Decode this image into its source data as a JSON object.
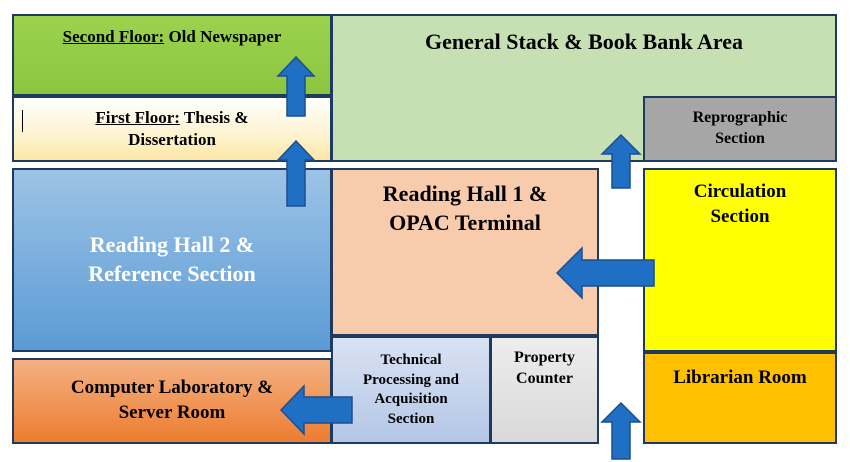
{
  "rooms": {
    "second_floor": {
      "prefix": "Second Floor:",
      "text": " Old Newspaper",
      "color": "#8cc63f"
    },
    "first_floor": {
      "prefix": "First Floor:",
      "text": " Thesis &",
      "line2": "Dissertation",
      "color": "#fdf1c7"
    },
    "general_stack": {
      "label": "General Stack & Book Bank Area",
      "color": "#c6e0b4"
    },
    "reprographic": {
      "line1": "Reprographic",
      "line2": "Section",
      "color": "#a6a6a6"
    },
    "reading_hall_2": {
      "line1": "Reading Hall 2 &",
      "line2": "Reference Section",
      "color": "#5b9bd5"
    },
    "reading_hall_1": {
      "line1": "Reading Hall 1 &",
      "line2": "OPAC Terminal",
      "color": "#f8cbad"
    },
    "circulation": {
      "line1": "Circulation",
      "line2": "Section",
      "color": "#ffff00"
    },
    "computer_lab": {
      "line1": "Computer Laboratory &",
      "line2": "Server Room",
      "color": "#ed7d31"
    },
    "technical": {
      "line1": "Technical",
      "line2": "Processing and",
      "line3": "Acquisition",
      "line4": "Section",
      "color": "#b4c7e7"
    },
    "property": {
      "line1": "Property",
      "line2": "Counter",
      "color": "#d9d9d9"
    },
    "librarian": {
      "label": "Librarian Room",
      "color": "#ffc000"
    }
  },
  "arrow_color": "#1f6fc5"
}
